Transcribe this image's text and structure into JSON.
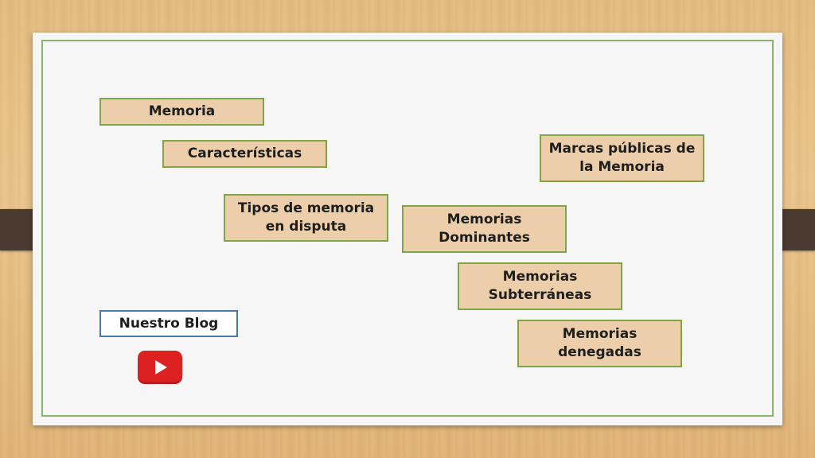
{
  "boxes": {
    "memoria": "Memoria",
    "caracteristicas": "Características",
    "tipos": "Tipos de memoria en disputa",
    "marcas": "Marcas públicas de la Memoria",
    "dominantes": "Memorias Dominantes",
    "subterraneas": "Memorias Subterráneas",
    "denegadas": "Memorias denegadas"
  },
  "blog": {
    "label": "Nuestro Blog"
  },
  "icons": {
    "video": "youtube-play-icon"
  },
  "colors": {
    "box_fill": "#eccfaa",
    "box_border": "#7ea646",
    "blog_border": "#4b78a6",
    "frame": "#8db26a",
    "youtube_red": "#dd2020"
  }
}
